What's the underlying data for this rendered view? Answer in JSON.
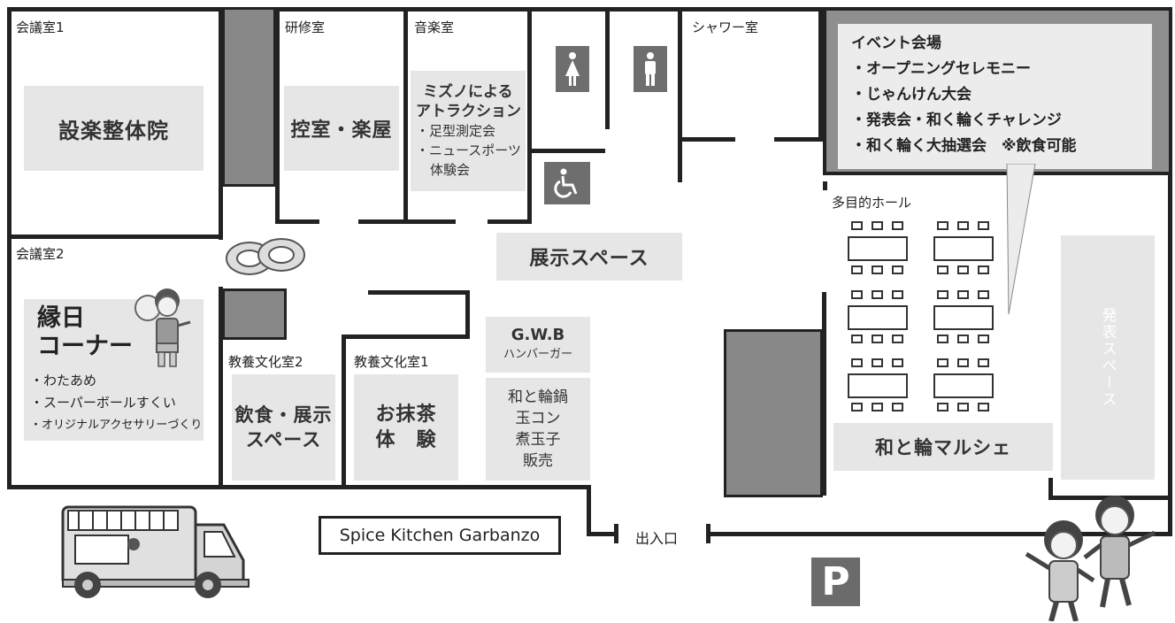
{
  "rooms": {
    "conf1": {
      "name": "会議室1",
      "content": "設楽整体院"
    },
    "kenshu": {
      "name": "研修室",
      "content": "控室・楽屋"
    },
    "ongaku": {
      "name": "音楽室",
      "content_lines": [
        "ミズノによる",
        "アトラクション",
        "・足型測定会",
        "・ニュースポーツ",
        "体験会"
      ]
    },
    "shower": {
      "name": "シャワー室"
    },
    "event": {
      "lines": [
        "イベント会場",
        "・オープニングセレモニー",
        "・じゃんけん大会",
        "・発表会・和く輪くチャレンジ",
        "・和く輪く大抽選会　※飲食可能"
      ]
    },
    "hall": {
      "name": "多目的ホール",
      "marche": "和と輪マルシェ",
      "stage": "発表スペース"
    },
    "exhibit": {
      "content": "展示スペース"
    },
    "conf2": {
      "name": "会議室2",
      "title_lines": [
        "縁日",
        "コーナー"
      ],
      "items": [
        "・わたあめ",
        "・スーパーボールすくい",
        "・オリジナルアクセサリーづくり"
      ]
    },
    "culture2": {
      "name": "教養文化室2",
      "content_lines": [
        "飲食・展示",
        "スペース"
      ]
    },
    "culture1": {
      "name": "教養文化室1",
      "content_lines": [
        "お抹茶",
        "体　験"
      ]
    },
    "gwb": {
      "lines": [
        "G.W.B",
        "ハンバーガー"
      ]
    },
    "wato": {
      "lines": [
        "和と輪鍋",
        "玉コン",
        "煮玉子",
        "販売"
      ]
    }
  },
  "kitchen_label": "Spice Kitchen Garbanzo",
  "entrance_label": "出入口",
  "parking_label": "P",
  "icons": [
    "female-restroom-icon",
    "male-restroom-icon",
    "wheelchair-icon",
    "parking-icon",
    "food-truck-icon",
    "tape-rolls-icon",
    "cotton-candy-boy-icon",
    "dancing-people-icon"
  ]
}
